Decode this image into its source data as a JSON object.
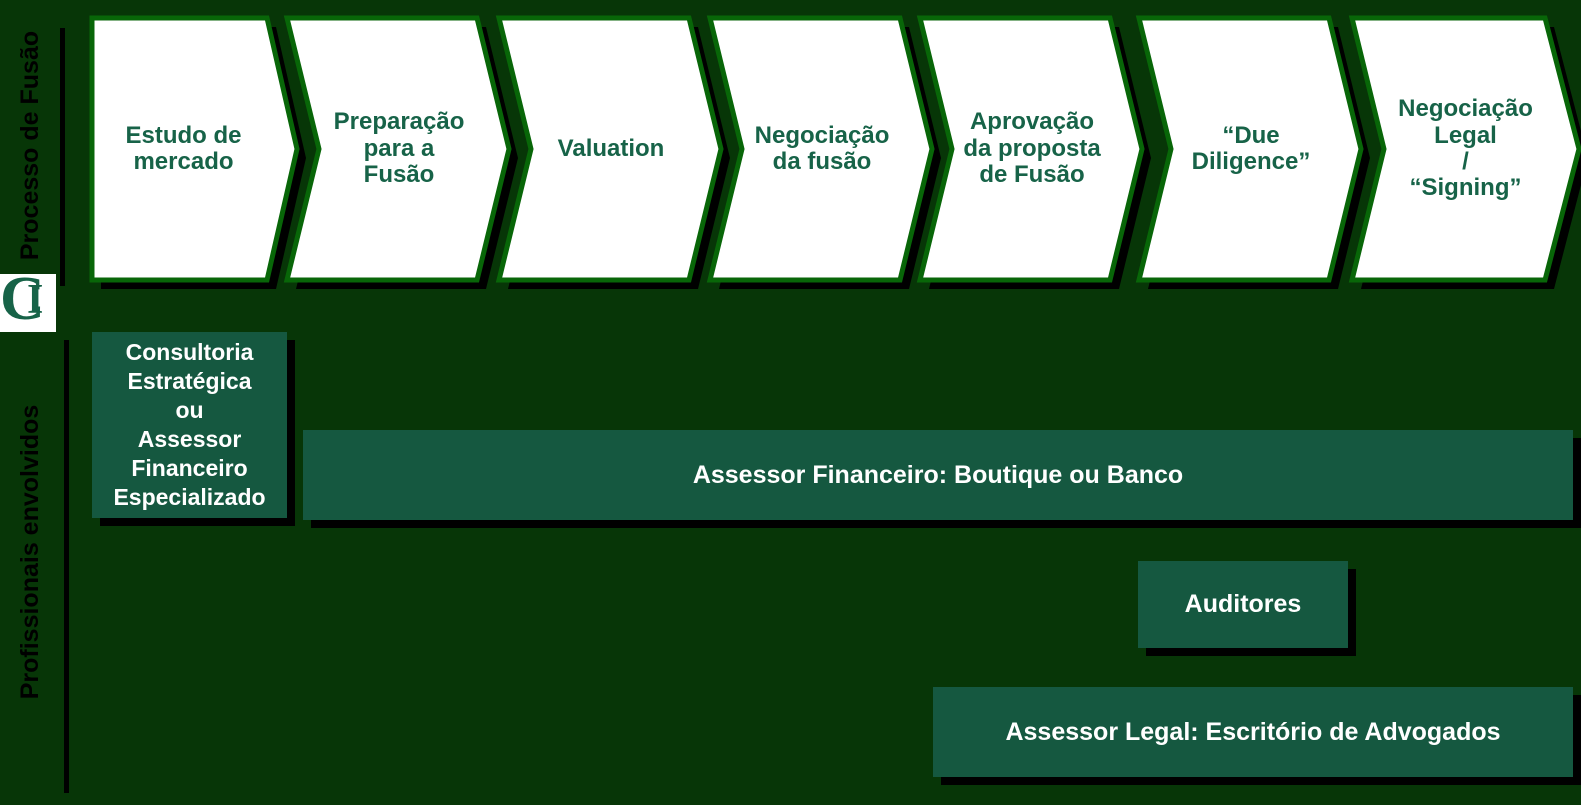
{
  "title": "Processo de Fusão",
  "colors": {
    "bg": "#073607",
    "chevron-border": "#086608",
    "chevron-fill": "#ffffff",
    "chevron-text": "#176348",
    "box-fill": "#155840",
    "box-text": "#ffffff",
    "side-label": "#000000",
    "shadow": "#000000",
    "logo-bg": "#ffffff",
    "logo-text": "#176348"
  },
  "side_labels": {
    "process": "Processo de Fusão",
    "professionals": "Profissionais envolvidos"
  },
  "logo": {
    "letter_c": "C",
    "letter_i": "I"
  },
  "process": {
    "steps": [
      {
        "label": "Estudo de\nmercado"
      },
      {
        "label": "Preparação\npara a\nFusão"
      },
      {
        "label": "Valuation"
      },
      {
        "label": "Negociação\nda fusão"
      },
      {
        "label": "Aprovação\nda proposta\nde Fusão"
      },
      {
        "label": "“Due\nDiligence”"
      },
      {
        "label": "Negociação\nLegal\n/\n“Signing”"
      }
    ]
  },
  "professionals": {
    "consultoria": "Consultoria\nEstratégica\nou\nAssessor\nFinanceiro\nEspecializado",
    "financeiro": "Assessor Financeiro: Boutique ou Banco",
    "auditores": "Auditores",
    "legal": "Assessor Legal: Escritório de Advogados"
  }
}
